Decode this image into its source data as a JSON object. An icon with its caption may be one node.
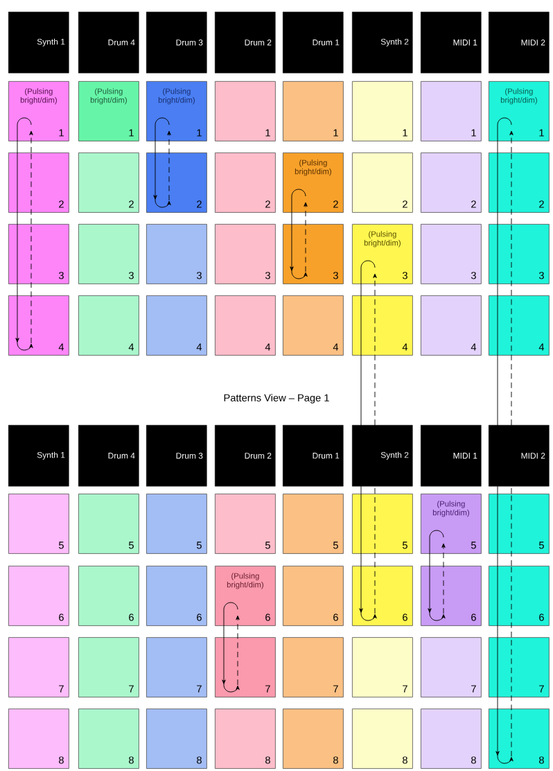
{
  "diagram": {
    "nodes": [
      {
        "text": [
          "Synth 1"
        ]
      },
      {
        "text": [
          "Drum 4"
        ]
      },
      {
        "text": [
          "Drum 3"
        ]
      },
      {
        "text": [
          "Drum 2"
        ]
      },
      {
        "text": [
          "Drum 1"
        ]
      },
      {
        "text": [
          "Synth 2"
        ]
      },
      {
        "text": [
          "MIDI 1"
        ]
      },
      {
        "text": [
          "MIDI 2"
        ]
      },
      {
        "text": [
          "(Pulsing bright/dim)",
          "1"
        ]
      },
      {
        "text": [
          "(Pulsing bright/dim)",
          "1"
        ]
      },
      {
        "text": [
          "(Pulsing bright/dim)",
          "1"
        ]
      },
      {
        "text": [
          "1"
        ]
      },
      {
        "text": [
          "1"
        ]
      },
      {
        "text": [
          "1"
        ]
      },
      {
        "text": [
          "1"
        ]
      },
      {
        "text": [
          "(Pulsing bright/dim)",
          "1"
        ]
      },
      {
        "text": [
          "2"
        ]
      },
      {
        "text": [
          "2"
        ]
      },
      {
        "text": [
          "2"
        ]
      },
      {
        "text": [
          "2"
        ]
      },
      {
        "text": [
          "(Pulsing bright/dim)",
          "2"
        ]
      },
      {
        "text": [
          "2"
        ]
      },
      {
        "text": [
          "2"
        ]
      },
      {
        "text": [
          "2"
        ]
      },
      {
        "text": [
          "3"
        ]
      },
      {
        "text": [
          "3"
        ]
      },
      {
        "text": [
          "3"
        ]
      },
      {
        "text": [
          "3"
        ]
      },
      {
        "text": [
          "3"
        ]
      },
      {
        "text": [
          "(Pulsing bright/dim)",
          "3"
        ]
      },
      {
        "text": [
          "3"
        ]
      },
      {
        "text": [
          "3"
        ]
      },
      {
        "text": [
          "4"
        ]
      },
      {
        "text": [
          "4"
        ]
      },
      {
        "text": [
          "4"
        ]
      },
      {
        "text": [
          "4"
        ]
      },
      {
        "text": [
          "4"
        ]
      },
      {
        "text": [
          "4"
        ]
      },
      {
        "text": [
          "4"
        ]
      },
      {
        "text": [
          "4"
        ]
      },
      {
        "text": [
          "Synth 1"
        ]
      },
      {
        "text": [
          "Drum 4"
        ]
      },
      {
        "text": [
          "Drum 3"
        ]
      },
      {
        "text": [
          "Drum 2"
        ]
      },
      {
        "text": [
          "Drum 1"
        ]
      },
      {
        "text": [
          "Synth 2"
        ]
      },
      {
        "text": [
          "MIDI 1"
        ]
      },
      {
        "text": [
          "MIDI 2"
        ]
      },
      {
        "text": [
          "5"
        ]
      },
      {
        "text": [
          "5"
        ]
      },
      {
        "text": [
          "5"
        ]
      },
      {
        "text": [
          "5"
        ]
      },
      {
        "text": [
          "5"
        ]
      },
      {
        "text": [
          "5"
        ]
      },
      {
        "text": [
          "(Pulsing bright/dim)",
          "5"
        ]
      },
      {
        "text": [
          "5"
        ]
      },
      {
        "text": [
          "6"
        ]
      },
      {
        "text": [
          "6"
        ]
      },
      {
        "text": [
          "6"
        ]
      },
      {
        "text": [
          "(Pulsing bright/dim)",
          "6"
        ]
      },
      {
        "text": [
          "6"
        ]
      },
      {
        "text": [
          "6"
        ]
      },
      {
        "text": [
          "6"
        ]
      },
      {
        "text": [
          "6"
        ]
      },
      {
        "text": [
          "7"
        ]
      },
      {
        "text": [
          "7"
        ]
      },
      {
        "text": [
          "7"
        ]
      },
      {
        "text": [
          "7"
        ]
      },
      {
        "text": [
          "7"
        ]
      },
      {
        "text": [
          "7"
        ]
      },
      {
        "text": [
          "7"
        ]
      },
      {
        "text": [
          "7"
        ]
      },
      {
        "text": [
          "8"
        ]
      },
      {
        "text": [
          "8"
        ]
      },
      {
        "text": [
          "8"
        ]
      },
      {
        "text": [
          "8"
        ]
      },
      {
        "text": [
          "8"
        ]
      },
      {
        "text": [
          "8"
        ]
      },
      {
        "text": [
          "8"
        ]
      },
      {
        "text": [
          "8"
        ]
      }
    ],
    "edges": [
      {
        "from": 8,
        "to": 16,
        "arrow": "none"
      },
      {
        "from": 16,
        "to": 24,
        "arrow": "none"
      },
      {
        "from": 24,
        "to": 32,
        "arrow": "to"
      },
      {
        "from": 32,
        "to": 24,
        "arrow": "none",
        "style": "dashed"
      },
      {
        "from": 24,
        "to": 16,
        "arrow": "none",
        "style": "dashed"
      },
      {
        "from": 16,
        "to": 8,
        "arrow": "to",
        "style": "dashed"
      },
      {
        "from": 10,
        "to": 18,
        "arrow": "to"
      },
      {
        "from": 18,
        "to": 10,
        "arrow": "to",
        "style": "dashed"
      },
      {
        "from": 20,
        "to": 28,
        "arrow": "to"
      },
      {
        "from": 28,
        "to": 20,
        "arrow": "to",
        "style": "dashed"
      },
      {
        "from": 29,
        "to": 37,
        "arrow": "none"
      },
      {
        "from": 37,
        "to": 45,
        "arrow": "none"
      },
      {
        "from": 45,
        "to": 53,
        "arrow": "none"
      },
      {
        "from": 53,
        "to": 61,
        "arrow": "to"
      },
      {
        "from": 61,
        "to": 53,
        "arrow": "none",
        "style": "dashed"
      },
      {
        "from": 53,
        "to": 45,
        "arrow": "none",
        "style": "dashed"
      },
      {
        "from": 45,
        "to": 37,
        "arrow": "none",
        "style": "dashed"
      },
      {
        "from": 37,
        "to": 29,
        "arrow": "to",
        "style": "dashed"
      },
      {
        "from": 15,
        "to": 23,
        "arrow": "none"
      },
      {
        "from": 23,
        "to": 31,
        "arrow": "none"
      },
      {
        "from": 31,
        "to": 39,
        "arrow": "none"
      },
      {
        "from": 39,
        "to": 47,
        "arrow": "none"
      },
      {
        "from": 47,
        "to": 55,
        "arrow": "none"
      },
      {
        "from": 55,
        "to": 63,
        "arrow": "none"
      },
      {
        "from": 63,
        "to": 71,
        "arrow": "none"
      },
      {
        "from": 71,
        "to": 79,
        "arrow": "to"
      },
      {
        "from": 79,
        "to": 71,
        "arrow": "none",
        "style": "dashed"
      },
      {
        "from": 71,
        "to": 63,
        "arrow": "none",
        "style": "dashed"
      },
      {
        "from": 63,
        "to": 55,
        "arrow": "none",
        "style": "dashed"
      },
      {
        "from": 55,
        "to": 47,
        "arrow": "none",
        "style": "dashed"
      },
      {
        "from": 47,
        "to": 39,
        "arrow": "none",
        "style": "dashed"
      },
      {
        "from": 39,
        "to": 31,
        "arrow": "none",
        "style": "dashed"
      },
      {
        "from": 31,
        "to": 23,
        "arrow": "none",
        "style": "dashed"
      },
      {
        "from": 23,
        "to": 15,
        "arrow": "to",
        "style": "dashed"
      },
      {
        "from": 54,
        "to": 62,
        "arrow": "to"
      },
      {
        "from": 62,
        "to": 54,
        "arrow": "to",
        "style": "dashed"
      },
      {
        "from": 59,
        "to": 67,
        "arrow": "to"
      },
      {
        "from": 67,
        "to": 59,
        "arrow": "to",
        "style": "dashed"
      }
    ],
    "labels": [
      "Patterns View – Page 1"
    ]
  }
}
